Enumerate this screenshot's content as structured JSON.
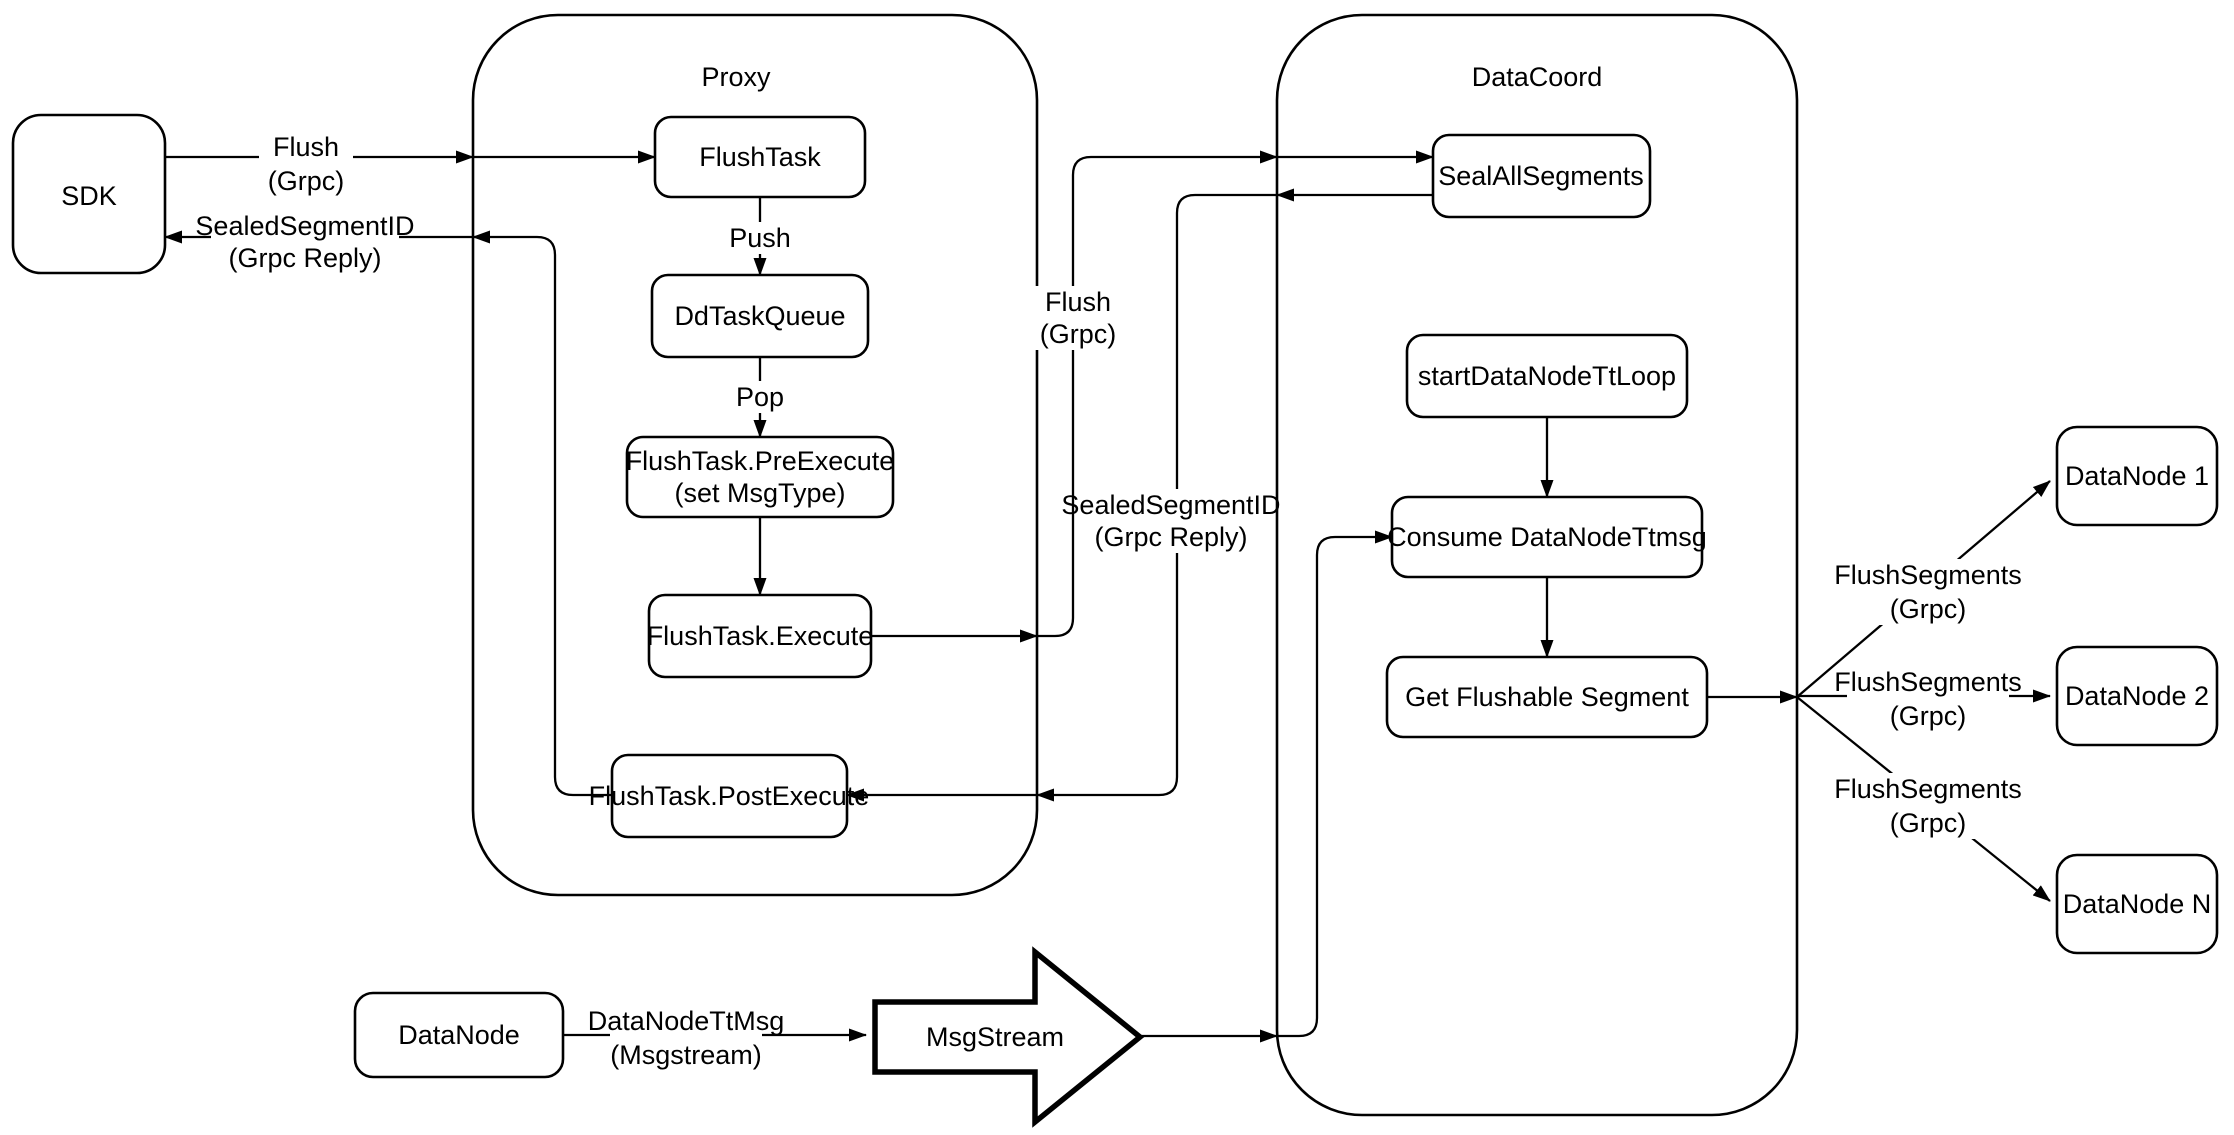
{
  "diagram": {
    "title_note": "Milvus flush data-flow diagram",
    "colors": {
      "stroke": "#000000",
      "fill": "#ffffff",
      "text": "#000000"
    },
    "containers": {
      "proxy": {
        "label": "Proxy"
      },
      "datacoord": {
        "label": "DataCoord"
      }
    },
    "nodes": {
      "sdk": {
        "label": "SDK"
      },
      "flushtask": {
        "label": "FlushTask"
      },
      "ddtaskqueue": {
        "label": "DdTaskQueue"
      },
      "preexecute": {
        "line1": "FlushTask.PreExecute",
        "line2": "(set MsgType)"
      },
      "execute": {
        "label": "FlushTask.Execute"
      },
      "postexecute": {
        "label": "FlushTask.PostExecute"
      },
      "sealallsegments": {
        "label": "SealAllSegments"
      },
      "startloop": {
        "label": "startDataNodeTtLoop"
      },
      "consume": {
        "label": "Consume DataNodeTtmsg"
      },
      "getflushable": {
        "label": "Get Flushable Segment"
      },
      "datanode1": {
        "label": "DataNode 1"
      },
      "datanode2": {
        "label": "DataNode 2"
      },
      "datanoden": {
        "label": "DataNode N"
      },
      "datanode": {
        "label": "DataNode"
      },
      "msgstream": {
        "label": "MsgStream"
      }
    },
    "edge_labels": {
      "flush_sdk": {
        "line1": "Flush",
        "line2": "(Grpc)"
      },
      "sealed_sdk": {
        "line1": "SealedSegmentID",
        "line2": "(Grpc Reply)"
      },
      "push": {
        "label": "Push"
      },
      "pop": {
        "label": "Pop"
      },
      "flush_mid": {
        "line1": "Flush",
        "line2": "(Grpc)"
      },
      "sealed_mid": {
        "line1": "SealedSegmentID",
        "line2": "(Grpc Reply)"
      },
      "flushseg1": {
        "line1": "FlushSegments",
        "line2": "(Grpc)"
      },
      "flushseg2": {
        "line1": "FlushSegments",
        "line2": "(Grpc)"
      },
      "flushseg3": {
        "line1": "FlushSegments",
        "line2": "(Grpc)"
      },
      "datanodettmsg": {
        "line1": "DataNodeTtMsg",
        "line2": "(Msgstream)"
      }
    }
  }
}
